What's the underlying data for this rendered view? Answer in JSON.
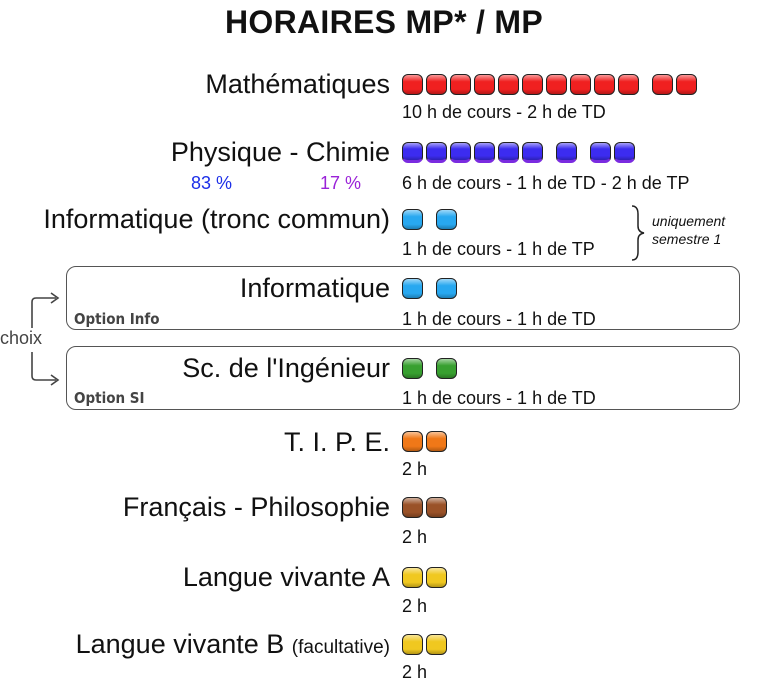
{
  "title": "HORAIRES MP* / MP",
  "colors": {
    "maths": "#f02020",
    "physique": "#3c2cf0",
    "physique_accent": "#7a2be0",
    "info": "#28a8f0",
    "si": "#38a030",
    "tipe": "#f07818",
    "francais": "#9a5228",
    "langue": "#f0c820",
    "pct_physique": "#1b2ee8",
    "pct_chimie": "#9a22d8"
  },
  "subjects": [
    {
      "name": "Mathématiques",
      "detail": "10 h de cours - 2 h de TD",
      "groups": [
        10,
        2
      ],
      "color": "maths"
    },
    {
      "name": "Physique - Chimie",
      "detail": "6 h de cours - 1 h de TD - 2 h de TP",
      "groups": [
        6,
        1,
        2
      ],
      "color": "physique",
      "split": {
        "physique": "83 %",
        "chimie": "17 %"
      }
    },
    {
      "name": "Informatique (tronc commun)",
      "detail": "1 h de cours - 1 h de TP",
      "groups": [
        1,
        1
      ],
      "color": "info",
      "note": [
        "uniquement",
        "semestre 1"
      ]
    },
    {
      "name": "Informatique",
      "detail": "1 h de cours - 1 h de TD",
      "groups": [
        1,
        1
      ],
      "color": "info",
      "option": "Option Info"
    },
    {
      "name": "Sc. de l'Ingénieur",
      "detail": "1 h de cours - 1 h de TD",
      "groups": [
        1,
        1
      ],
      "color": "si",
      "option": "Option SI"
    },
    {
      "name": "T. I. P. E.",
      "detail": "2 h",
      "groups": [
        2
      ],
      "color": "tipe"
    },
    {
      "name": "Français - Philosophie",
      "detail": "2 h",
      "groups": [
        2
      ],
      "color": "francais"
    },
    {
      "name": "Langue vivante A",
      "detail": "2 h",
      "groups": [
        2
      ],
      "color": "langue"
    },
    {
      "name": "Langue vivante B",
      "name_suffix": "(facultative)",
      "detail": "2 h",
      "groups": [
        2
      ],
      "color": "langue"
    }
  ],
  "choice_label": "choix"
}
